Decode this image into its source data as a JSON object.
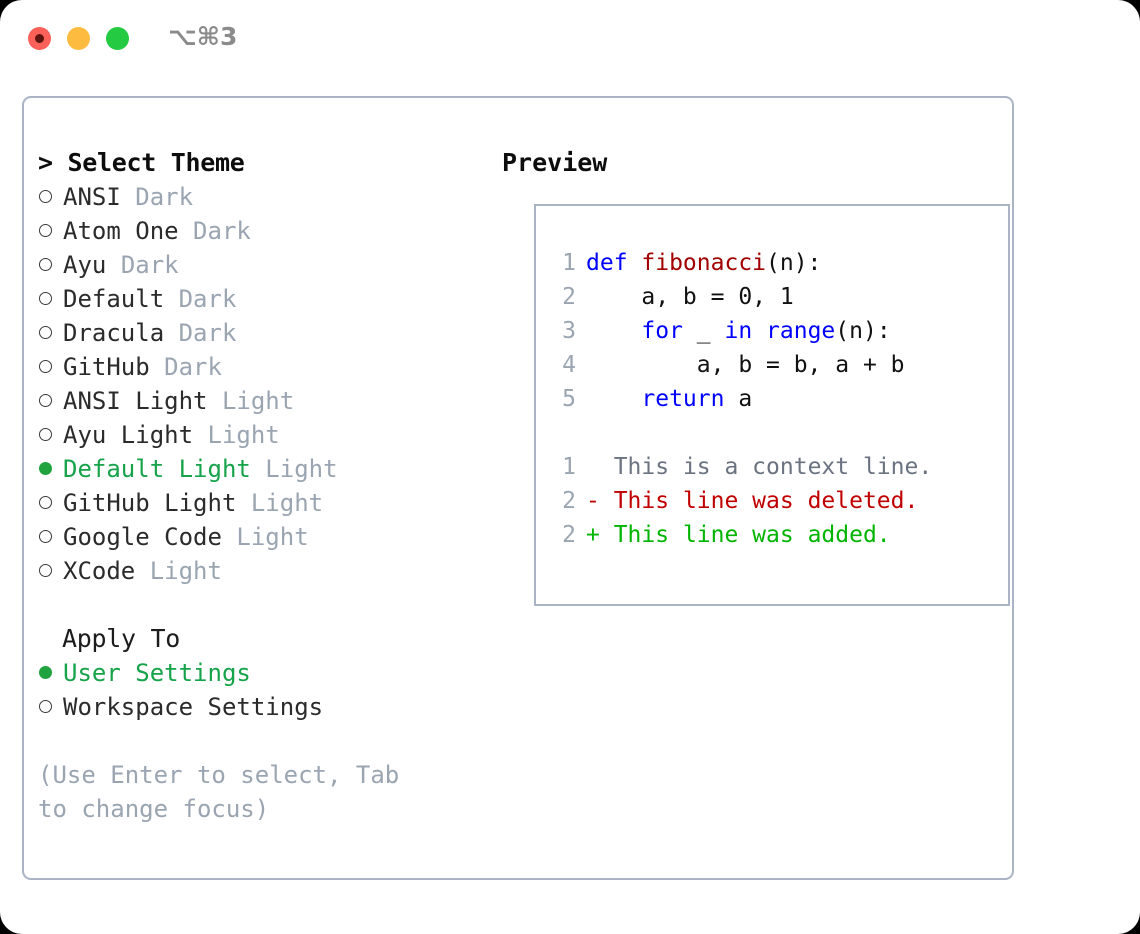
{
  "window": {
    "title": "⌥⌘3",
    "traffic_lights": [
      "close",
      "minimize",
      "maximize"
    ],
    "colors": {
      "close": "#fc6058",
      "minimize": "#fdbc40",
      "maximize": "#24cb42",
      "panel_border": "#aab4c4",
      "accent_green": "#16a34a",
      "muted": "#9aa5b1"
    }
  },
  "theme_section": {
    "header": "> Select Theme",
    "items": [
      {
        "name": "ANSI",
        "kind": "Dark",
        "selected": false
      },
      {
        "name": "Atom One",
        "kind": "Dark",
        "selected": false
      },
      {
        "name": "Ayu",
        "kind": "Dark",
        "selected": false
      },
      {
        "name": "Default",
        "kind": "Dark",
        "selected": false
      },
      {
        "name": "Dracula",
        "kind": "Dark",
        "selected": false
      },
      {
        "name": "GitHub",
        "kind": "Dark",
        "selected": false
      },
      {
        "name": "ANSI Light",
        "kind": "Light",
        "selected": false
      },
      {
        "name": "Ayu Light",
        "kind": "Light",
        "selected": false
      },
      {
        "name": "Default Light",
        "kind": "Light",
        "selected": true
      },
      {
        "name": "GitHub Light",
        "kind": "Light",
        "selected": false
      },
      {
        "name": "Google Code",
        "kind": "Light",
        "selected": false
      },
      {
        "name": "XCode",
        "kind": "Light",
        "selected": false
      }
    ]
  },
  "apply_to_section": {
    "header": "Apply To",
    "items": [
      {
        "name": "User Settings",
        "selected": true
      },
      {
        "name": "Workspace Settings",
        "selected": false
      }
    ]
  },
  "hint": "(Use Enter to select, Tab to change focus)",
  "preview": {
    "title": "Preview",
    "code_lines": [
      {
        "num": "1",
        "tokens": [
          {
            "t": "def ",
            "c": "kw"
          },
          {
            "t": "fibonacci",
            "c": "fn"
          },
          {
            "t": "(n):",
            "c": "plain"
          }
        ]
      },
      {
        "num": "2",
        "tokens": [
          {
            "t": "    a, b = 0, 1",
            "c": "plain"
          }
        ]
      },
      {
        "num": "3",
        "tokens": [
          {
            "t": "    ",
            "c": "plain"
          },
          {
            "t": "for",
            "c": "kw"
          },
          {
            "t": " _ ",
            "c": "plain"
          },
          {
            "t": "in",
            "c": "kw"
          },
          {
            "t": " ",
            "c": "plain"
          },
          {
            "t": "range",
            "c": "kw"
          },
          {
            "t": "(n):",
            "c": "plain"
          }
        ]
      },
      {
        "num": "4",
        "tokens": [
          {
            "t": "        a, b = b, a + b",
            "c": "plain"
          }
        ]
      },
      {
        "num": "5",
        "tokens": [
          {
            "t": "    ",
            "c": "plain"
          },
          {
            "t": "return",
            "c": "kw"
          },
          {
            "t": " a",
            "c": "plain"
          }
        ]
      }
    ],
    "diff_lines": [
      {
        "num": "1",
        "sign": " ",
        "text": " This is a context line.",
        "cls": "diff-ctx"
      },
      {
        "num": "2",
        "sign": "-",
        "text": " This line was deleted.",
        "cls": "diff-del"
      },
      {
        "num": "2",
        "sign": "+",
        "text": " This line was added.",
        "cls": "diff-add"
      }
    ]
  }
}
